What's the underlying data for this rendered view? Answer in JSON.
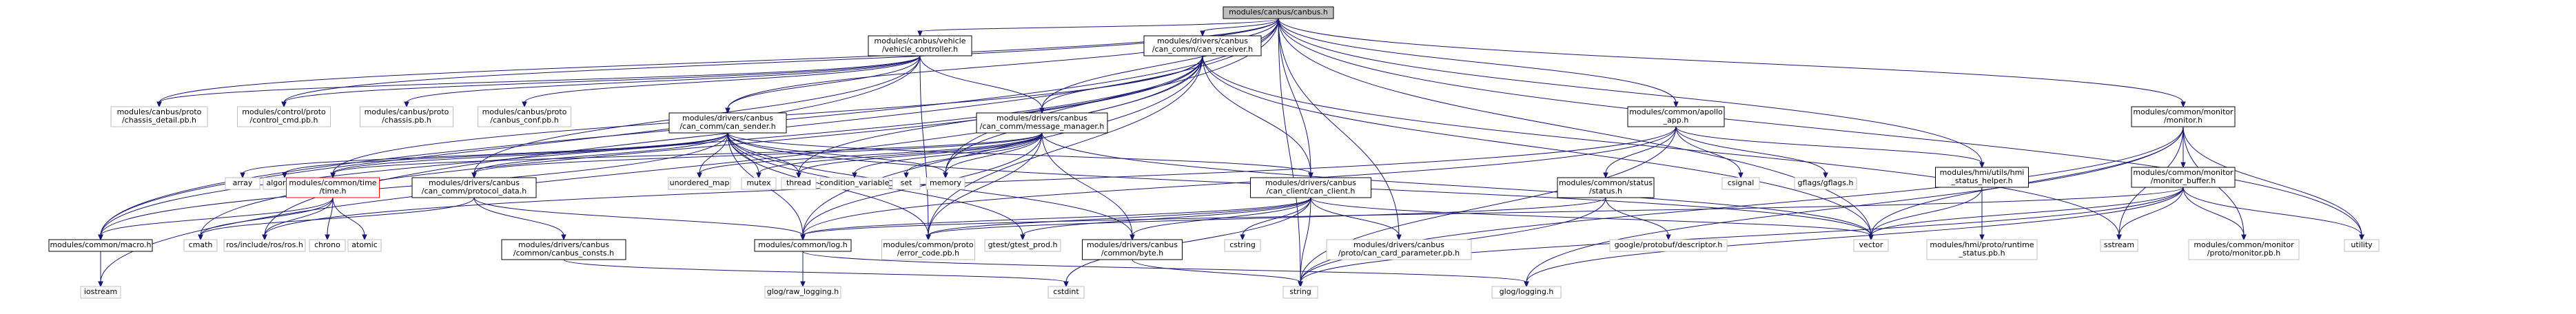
{
  "title": "modules/canbus/canbus.h",
  "colors": {
    "edge": "#191970",
    "root_fill": "#bfbfbf",
    "node_border_linked": "#000000",
    "node_border_external": "#bfbfbf",
    "node_border_highlight": "#ff0000"
  },
  "nodes": [
    {
      "id": "root",
      "lines": [
        "modules/canbus/canbus.h"
      ],
      "kind": "root"
    },
    {
      "id": "vehicle_controller",
      "lines": [
        "modules/canbus/vehicle",
        "/vehicle_controller.h"
      ],
      "kind": "linked"
    },
    {
      "id": "can_receiver",
      "lines": [
        "modules/drivers/canbus",
        "/can_comm/can_receiver.h"
      ],
      "kind": "linked"
    },
    {
      "id": "apollo_app",
      "lines": [
        "modules/common/apollo",
        "_app.h"
      ],
      "kind": "linked"
    },
    {
      "id": "monitor",
      "lines": [
        "modules/common/monitor",
        "/monitor.h"
      ],
      "kind": "linked"
    },
    {
      "id": "chassis_detail",
      "lines": [
        "modules/canbus/proto",
        "/chassis_detail.pb.h"
      ],
      "kind": "external"
    },
    {
      "id": "control_cmd",
      "lines": [
        "modules/control/proto",
        "/control_cmd.pb.h"
      ],
      "kind": "external"
    },
    {
      "id": "chassis_pb",
      "lines": [
        "modules/canbus/proto",
        "/chassis.pb.h"
      ],
      "kind": "external"
    },
    {
      "id": "canbus_conf",
      "lines": [
        "modules/canbus/proto",
        "/canbus_conf.pb.h"
      ],
      "kind": "external"
    },
    {
      "id": "can_sender",
      "lines": [
        "modules/drivers/canbus",
        "/can_comm/can_sender.h"
      ],
      "kind": "linked"
    },
    {
      "id": "message_manager",
      "lines": [
        "modules/drivers/canbus",
        "/can_comm/message_manager.h"
      ],
      "kind": "linked"
    },
    {
      "id": "hmi_status_helper",
      "lines": [
        "modules/hmi/utils/hmi",
        "_status_helper.h"
      ],
      "kind": "linked"
    },
    {
      "id": "monitor_buffer",
      "lines": [
        "modules/common/monitor",
        "/monitor_buffer.h"
      ],
      "kind": "linked"
    },
    {
      "id": "array",
      "lines": [
        "array"
      ],
      "kind": "external"
    },
    {
      "id": "algorithm",
      "lines": [
        "algorithm"
      ],
      "kind": "external"
    },
    {
      "id": "common_time",
      "lines": [
        "modules/common/time",
        "/time.h"
      ],
      "kind": "highlight"
    },
    {
      "id": "protocol_data",
      "lines": [
        "modules/drivers/canbus",
        "/can_comm/protocol_data.h"
      ],
      "kind": "linked"
    },
    {
      "id": "unordered_map",
      "lines": [
        "unordered_map"
      ],
      "kind": "external"
    },
    {
      "id": "mutex",
      "lines": [
        "mutex"
      ],
      "kind": "external"
    },
    {
      "id": "thread",
      "lines": [
        "thread"
      ],
      "kind": "external"
    },
    {
      "id": "condition_variable",
      "lines": [
        "condition_variable"
      ],
      "kind": "external"
    },
    {
      "id": "set",
      "lines": [
        "set"
      ],
      "kind": "external"
    },
    {
      "id": "memory",
      "lines": [
        "memory"
      ],
      "kind": "external"
    },
    {
      "id": "can_client",
      "lines": [
        "modules/drivers/canbus",
        "/can_client/can_client.h"
      ],
      "kind": "linked"
    },
    {
      "id": "status",
      "lines": [
        "modules/common/status",
        "/status.h"
      ],
      "kind": "linked"
    },
    {
      "id": "csignal",
      "lines": [
        "csignal"
      ],
      "kind": "external"
    },
    {
      "id": "gflags",
      "lines": [
        "gflags/gflags.h"
      ],
      "kind": "external"
    },
    {
      "id": "macro",
      "lines": [
        "modules/common/macro.h"
      ],
      "kind": "linked"
    },
    {
      "id": "cmath",
      "lines": [
        "cmath"
      ],
      "kind": "external"
    },
    {
      "id": "ros",
      "lines": [
        "ros/include/ros/ros.h"
      ],
      "kind": "external"
    },
    {
      "id": "chrono",
      "lines": [
        "chrono"
      ],
      "kind": "external"
    },
    {
      "id": "atomic",
      "lines": [
        "atomic"
      ],
      "kind": "external"
    },
    {
      "id": "canbus_consts",
      "lines": [
        "modules/drivers/canbus",
        "/common/canbus_consts.h"
      ],
      "kind": "linked"
    },
    {
      "id": "common_log",
      "lines": [
        "modules/common/log.h"
      ],
      "kind": "linked"
    },
    {
      "id": "error_code",
      "lines": [
        "modules/common/proto",
        "/error_code.pb.h"
      ],
      "kind": "external"
    },
    {
      "id": "gtest_prod",
      "lines": [
        "gtest/gtest_prod.h"
      ],
      "kind": "external"
    },
    {
      "id": "byte_h",
      "lines": [
        "modules/drivers/canbus",
        "/common/byte.h"
      ],
      "kind": "linked"
    },
    {
      "id": "cstring",
      "lines": [
        "cstring"
      ],
      "kind": "external"
    },
    {
      "id": "can_card_param",
      "lines": [
        "modules/drivers/canbus",
        "/proto/can_card_parameter.pb.h"
      ],
      "kind": "external"
    },
    {
      "id": "protobuf_descriptor",
      "lines": [
        "google/protobuf/descriptor.h"
      ],
      "kind": "external"
    },
    {
      "id": "vector",
      "lines": [
        "vector"
      ],
      "kind": "external"
    },
    {
      "id": "runtime_status",
      "lines": [
        "modules/hmi/proto/runtime",
        "_status.pb.h"
      ],
      "kind": "external"
    },
    {
      "id": "sstream",
      "lines": [
        "sstream"
      ],
      "kind": "external"
    },
    {
      "id": "monitor_pb",
      "lines": [
        "modules/common/monitor",
        "/proto/monitor.pb.h"
      ],
      "kind": "external"
    },
    {
      "id": "utility",
      "lines": [
        "utility"
      ],
      "kind": "external"
    },
    {
      "id": "iostream",
      "lines": [
        "iostream"
      ],
      "kind": "external"
    },
    {
      "id": "glog_raw",
      "lines": [
        "glog/raw_logging.h"
      ],
      "kind": "external"
    },
    {
      "id": "cstdint",
      "lines": [
        "cstdint"
      ],
      "kind": "external"
    },
    {
      "id": "string",
      "lines": [
        "string"
      ],
      "kind": "external"
    },
    {
      "id": "glog_logging",
      "lines": [
        "glog/logging.h"
      ],
      "kind": "external"
    }
  ],
  "edges": [
    [
      "root",
      "vehicle_controller"
    ],
    [
      "root",
      "can_receiver"
    ],
    [
      "root",
      "apollo_app"
    ],
    [
      "root",
      "monitor"
    ],
    [
      "root",
      "chassis_detail"
    ],
    [
      "root",
      "control_cmd"
    ],
    [
      "root",
      "can_sender"
    ],
    [
      "root",
      "message_manager"
    ],
    [
      "root",
      "memory"
    ],
    [
      "root",
      "can_client"
    ],
    [
      "root",
      "can_card_param"
    ],
    [
      "root",
      "string"
    ],
    [
      "root",
      "vector"
    ],
    [
      "root",
      "macro"
    ],
    [
      "root",
      "ros"
    ],
    [
      "root",
      "hmi_status_helper"
    ],
    [
      "root",
      "utility"
    ],
    [
      "vehicle_controller",
      "chassis_detail"
    ],
    [
      "vehicle_controller",
      "control_cmd"
    ],
    [
      "vehicle_controller",
      "chassis_pb"
    ],
    [
      "vehicle_controller",
      "canbus_conf"
    ],
    [
      "vehicle_controller",
      "can_sender"
    ],
    [
      "vehicle_controller",
      "message_manager"
    ],
    [
      "vehicle_controller",
      "protocol_data"
    ],
    [
      "vehicle_controller",
      "macro"
    ],
    [
      "vehicle_controller",
      "error_code"
    ],
    [
      "can_receiver",
      "message_manager"
    ],
    [
      "can_receiver",
      "can_client"
    ],
    [
      "can_receiver",
      "thread"
    ],
    [
      "can_receiver",
      "memory"
    ],
    [
      "can_receiver",
      "common_log"
    ],
    [
      "can_receiver",
      "macro"
    ],
    [
      "can_receiver",
      "common_time"
    ],
    [
      "can_receiver",
      "error_code"
    ],
    [
      "can_receiver",
      "vector"
    ],
    [
      "can_receiver",
      "sstream"
    ],
    [
      "can_receiver",
      "cmath"
    ],
    [
      "can_receiver",
      "iostream"
    ],
    [
      "can_sender",
      "array"
    ],
    [
      "can_sender",
      "algorithm"
    ],
    [
      "can_sender",
      "common_time"
    ],
    [
      "can_sender",
      "protocol_data"
    ],
    [
      "can_sender",
      "unordered_map"
    ],
    [
      "can_sender",
      "mutex"
    ],
    [
      "can_sender",
      "thread"
    ],
    [
      "can_sender",
      "memory"
    ],
    [
      "can_sender",
      "can_client"
    ],
    [
      "can_sender",
      "common_log"
    ],
    [
      "can_sender",
      "macro"
    ],
    [
      "can_sender",
      "gtest_prod"
    ],
    [
      "can_sender",
      "error_code"
    ],
    [
      "can_sender",
      "vector"
    ],
    [
      "can_sender",
      "byte_h"
    ],
    [
      "message_manager",
      "common_time"
    ],
    [
      "message_manager",
      "protocol_data"
    ],
    [
      "message_manager",
      "unordered_map"
    ],
    [
      "message_manager",
      "mutex"
    ],
    [
      "message_manager",
      "thread"
    ],
    [
      "message_manager",
      "condition_variable"
    ],
    [
      "message_manager",
      "set"
    ],
    [
      "message_manager",
      "memory"
    ],
    [
      "message_manager",
      "common_log"
    ],
    [
      "message_manager",
      "error_code"
    ],
    [
      "message_manager",
      "byte_h"
    ],
    [
      "message_manager",
      "vector"
    ],
    [
      "apollo_app",
      "status"
    ],
    [
      "apollo_app",
      "csignal"
    ],
    [
      "apollo_app",
      "gflags"
    ],
    [
      "apollo_app",
      "hmi_status_helper"
    ],
    [
      "apollo_app",
      "string"
    ],
    [
      "apollo_app",
      "common_log"
    ],
    [
      "apollo_app",
      "ros"
    ],
    [
      "monitor",
      "monitor_buffer"
    ],
    [
      "monitor",
      "vector"
    ],
    [
      "monitor",
      "sstream"
    ],
    [
      "monitor",
      "string"
    ],
    [
      "monitor",
      "utility"
    ],
    [
      "monitor",
      "monitor_pb"
    ],
    [
      "monitor",
      "glog_logging"
    ],
    [
      "common_time",
      "chrono"
    ],
    [
      "common_time",
      "atomic"
    ],
    [
      "common_time",
      "cmath"
    ],
    [
      "common_time",
      "ros"
    ],
    [
      "common_time",
      "macro"
    ],
    [
      "protocol_data",
      "canbus_consts"
    ],
    [
      "protocol_data",
      "common_log"
    ],
    [
      "protocol_data",
      "cmath"
    ],
    [
      "can_client",
      "vector"
    ],
    [
      "can_client",
      "cstring"
    ],
    [
      "can_client",
      "cstdint"
    ],
    [
      "can_client",
      "can_card_param"
    ],
    [
      "can_client",
      "string"
    ],
    [
      "can_client",
      "common_log"
    ],
    [
      "can_client",
      "error_code"
    ],
    [
      "can_client",
      "byte_h"
    ],
    [
      "can_client",
      "gtest_prod"
    ],
    [
      "status",
      "protobuf_descriptor"
    ],
    [
      "status",
      "string"
    ],
    [
      "status",
      "error_code"
    ],
    [
      "hmi_status_helper",
      "runtime_status"
    ],
    [
      "hmi_status_helper",
      "vector"
    ],
    [
      "monitor_buffer",
      "vector"
    ],
    [
      "monitor_buffer",
      "sstream"
    ],
    [
      "monitor_buffer",
      "string"
    ],
    [
      "monitor_buffer",
      "utility"
    ],
    [
      "monitor_buffer",
      "monitor_pb"
    ],
    [
      "monitor_buffer",
      "glog_logging"
    ],
    [
      "monitor_buffer",
      "common_log"
    ],
    [
      "macro",
      "iostream"
    ],
    [
      "common_log",
      "glog_raw"
    ],
    [
      "common_log",
      "glog_logging"
    ],
    [
      "canbus_consts",
      "cstdint"
    ],
    [
      "byte_h",
      "string"
    ]
  ]
}
